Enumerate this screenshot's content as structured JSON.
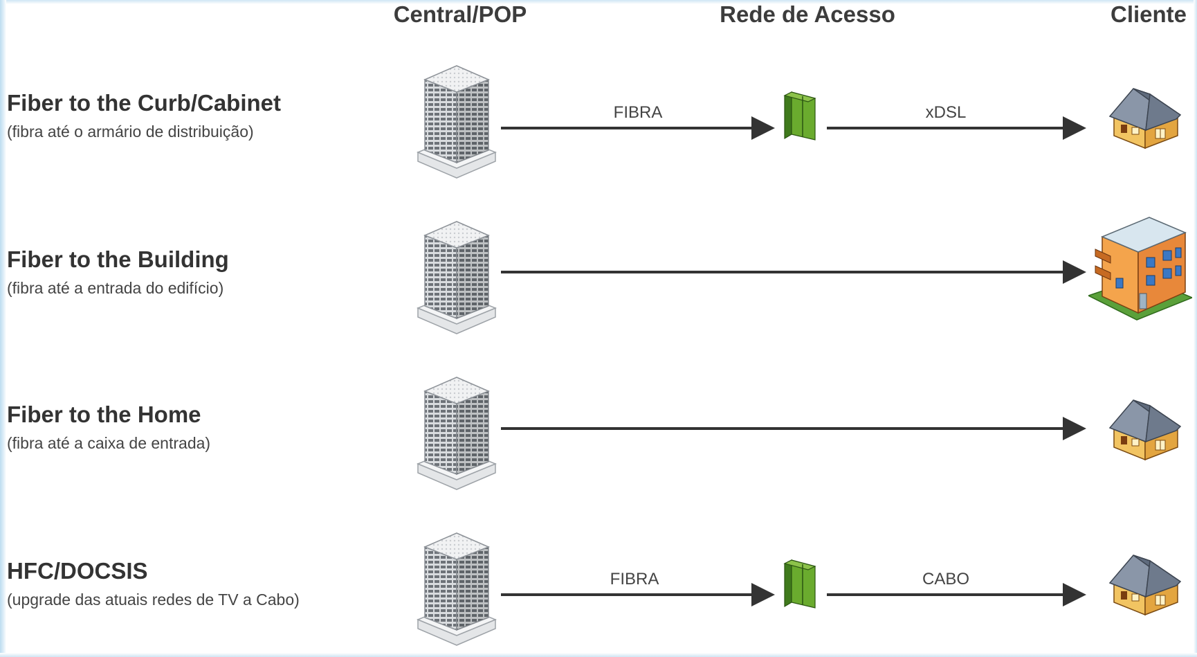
{
  "columns": {
    "central": "Central/POP",
    "access": "Rede de Acesso",
    "client": "Cliente"
  },
  "rows": [
    {
      "title": "Fiber to the Curb/Cabinet",
      "subtitle": "(fibra até o armário de distribuição)",
      "segment1_label": "FIBRA",
      "segment2_label": "xDSL",
      "client_icon": "house-icon"
    },
    {
      "title": "Fiber to the Building",
      "subtitle": "(fibra até a entrada do edifício)",
      "client_icon": "apartment-building-icon"
    },
    {
      "title": "Fiber to the Home",
      "subtitle": "(fibra até a caixa de entrada)",
      "client_icon": "house-icon"
    },
    {
      "title": "HFC/DOCSIS",
      "subtitle": "(upgrade das atuais redes de TV a Cabo)",
      "segment1_label": "FIBRA",
      "segment2_label": "CABO",
      "client_icon": "house-icon"
    }
  ],
  "icons": {
    "central": "office-tower-icon",
    "access": "street-cabinet-icon"
  },
  "colors": {
    "line": "#333333",
    "cabinet": "#5a9a2a",
    "house_wall": "#f2c462",
    "house_roof": "#6f7a8a",
    "building_wall": "#f09a3e"
  }
}
